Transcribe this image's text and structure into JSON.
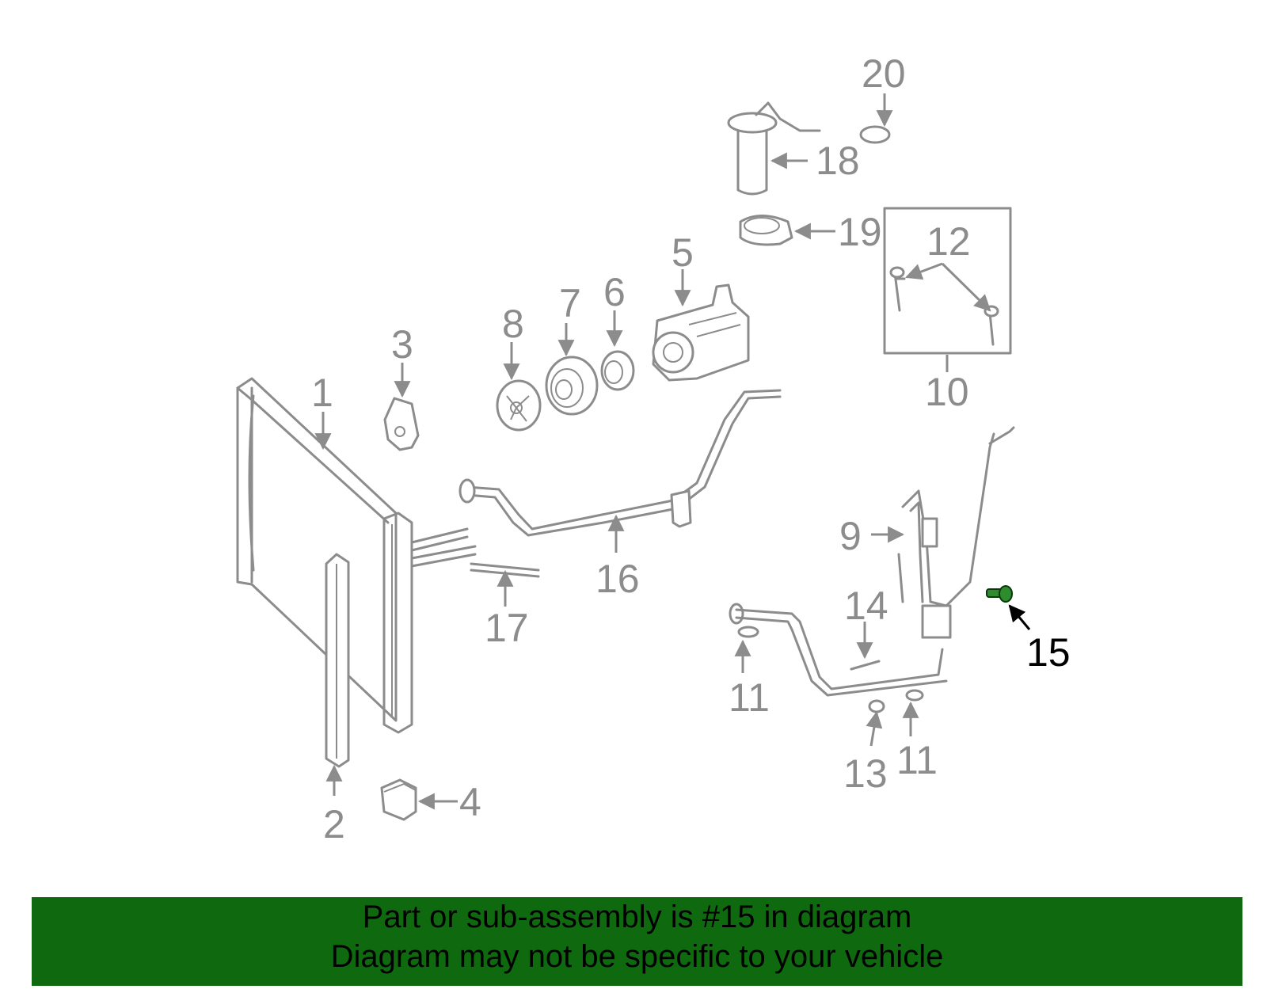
{
  "diagram": {
    "highlight_color": "#2e8b2e",
    "part_color": "#8c8c8c",
    "labels": {
      "p1": "1",
      "p2": "2",
      "p3": "3",
      "p4": "4",
      "p5": "5",
      "p6": "6",
      "p7": "7",
      "p8": "8",
      "p9": "9",
      "p10": "10",
      "p11a": "11",
      "p11b": "11",
      "p12": "12",
      "p13": "13",
      "p14": "14",
      "p15": "15",
      "p16": "16",
      "p17": "17",
      "p18": "18",
      "p19": "19",
      "p20": "20"
    }
  },
  "banner": {
    "background": "#0f6a0f",
    "line1": "Part or sub-assembly is #15 in diagram",
    "line2": "Diagram may not be specific to your vehicle"
  }
}
